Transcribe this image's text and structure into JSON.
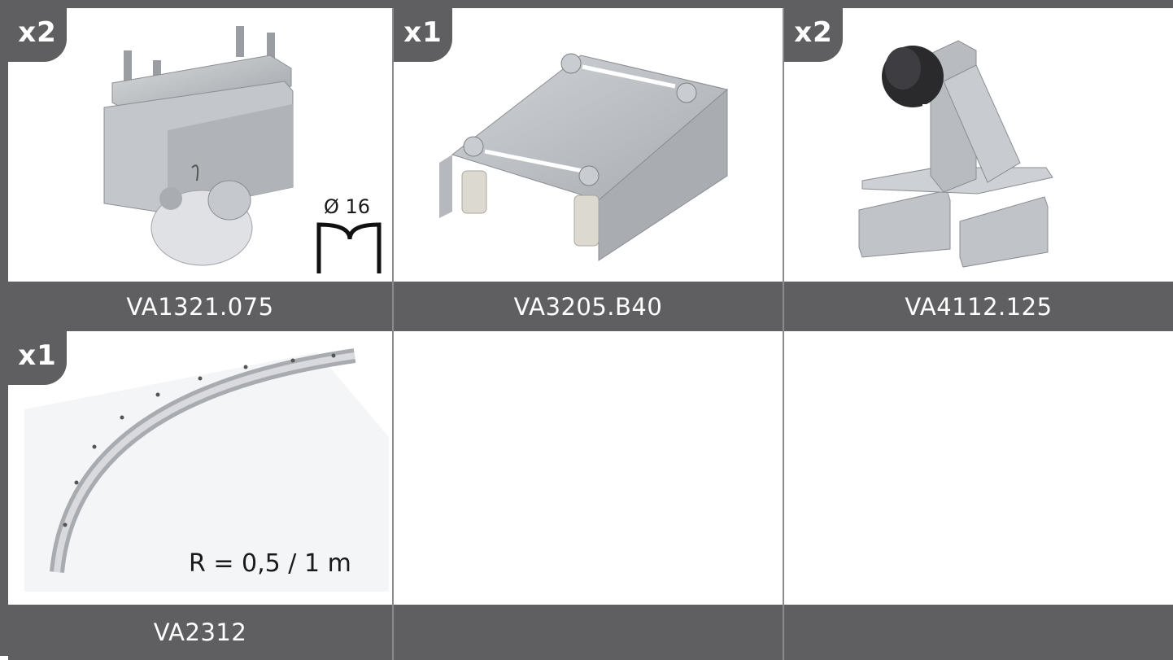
{
  "items": [
    {
      "qty": "x2",
      "code": "VA1321.075",
      "annotation": "Ø 16"
    },
    {
      "qty": "x1",
      "code": "VA3205.B40"
    },
    {
      "qty": "x2",
      "code": "VA4112.125"
    },
    {
      "qty": "x1",
      "code": "VA2312",
      "annotation": "R = 0,5 / 1 m"
    }
  ],
  "colors": {
    "frame": "#5f5f61",
    "label_text": "#ffffff",
    "metal": "#b9bcc0",
    "rubber": "#2a2a2c"
  }
}
